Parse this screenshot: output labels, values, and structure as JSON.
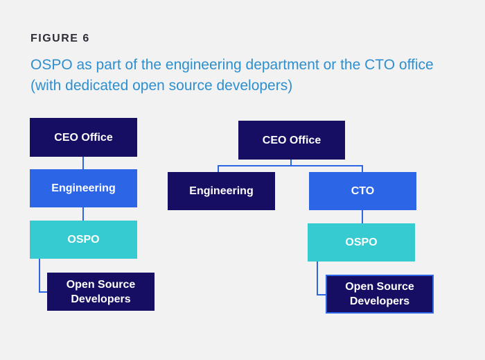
{
  "figure": {
    "label": "FIGURE 6",
    "title": "OSPO as part of the engineering department or the CTO office (with dedicated open source developers)"
  },
  "left_chart": {
    "ceo": "CEO Office",
    "engineering": "Engineering",
    "ospo": "OSPO",
    "developers": "Open Source Developers"
  },
  "right_chart": {
    "ceo": "CEO Office",
    "engineering": "Engineering",
    "cto": "CTO",
    "ospo": "OSPO",
    "developers": "Open Source Developers"
  },
  "colors": {
    "navy": "#160e62",
    "blue": "#2c66e6",
    "teal": "#36cbd0",
    "title_blue": "#2d8fcf",
    "label_dark": "#2e2e38",
    "background": "#f2f2f2"
  }
}
